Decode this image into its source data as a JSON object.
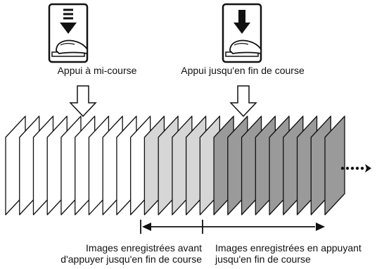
{
  "labels": {
    "half_press": "Appui à mi-course",
    "full_press": "Appui jusqu'en fin de course"
  },
  "captions": {
    "before_line1": "Images enregistrées avant",
    "before_line2": "d'appuyer jusqu'en fin de course",
    "after_line1": "Images enregistrées en appuyant",
    "after_line2": "jusqu'en fin de course"
  },
  "frames": {
    "white_count": 10,
    "light_gray_count": 5,
    "dark_gray_count": 9
  },
  "colors": {
    "frame_white": "#ffffff",
    "frame_light": "#d6d6d6",
    "frame_dark": "#9a9a9a",
    "stroke": "#111111"
  },
  "icons": {
    "half_press": "finger-half-press-icon",
    "full_press": "finger-full-press-icon",
    "continue": "dotted-arrow-icon"
  }
}
